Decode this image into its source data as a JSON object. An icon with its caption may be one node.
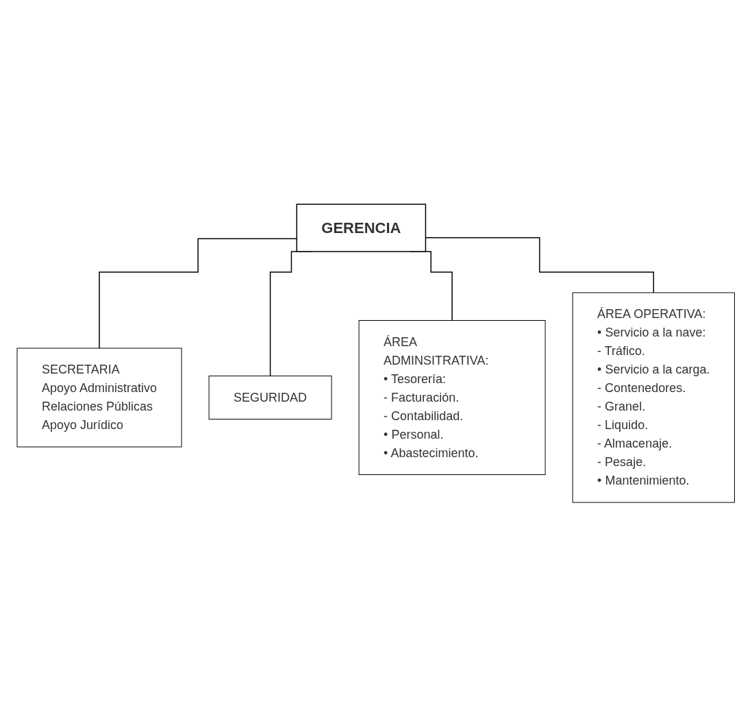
{
  "diagram": {
    "nodes": [
      {
        "text": [
          "GERENCIA"
        ]
      },
      {
        "text": [
          "SECRETARIA",
          "Apoyo Administrativo",
          "Relaciones Públicas",
          "Apoyo Jurídico"
        ]
      },
      {
        "text": [
          "SEGURIDAD"
        ]
      },
      {
        "text": [
          "ÁREA ADMINSITRATIVA:",
          "• Tesorería:",
          "- Facturación.",
          "- Contabilidad.",
          "• Personal.",
          "• Abastecimiento."
        ]
      },
      {
        "text": [
          "ÁREA OPERATIVA:",
          "• Servicio a la nave:",
          "- Tráfico.",
          "• Servicio a la carga.",
          "- Contenedores.",
          "- Granel.",
          "- Liquido.",
          "- Almacenaje.",
          "- Pesaje.",
          "• Mantenimiento."
        ]
      }
    ],
    "edges": [
      {
        "from": 0,
        "to": 1,
        "arrow": "none"
      },
      {
        "from": 0,
        "to": 2,
        "arrow": "none"
      },
      {
        "from": 0,
        "to": 3,
        "arrow": "none"
      },
      {
        "from": 0,
        "to": 4,
        "arrow": "none"
      }
    ]
  }
}
